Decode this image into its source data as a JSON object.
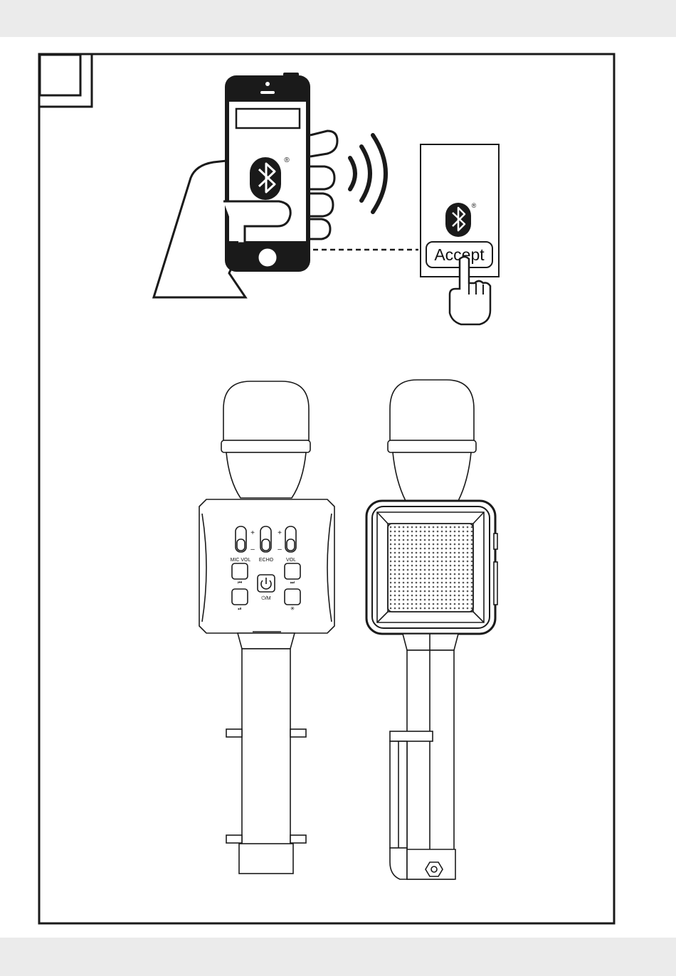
{
  "step_number": "",
  "dialog": {
    "button_label": "Accept",
    "registered_mark": "®"
  },
  "phone": {
    "registered_mark": "®"
  },
  "mic_front": {
    "slider_labels": [
      "MIC VOL",
      "ECHO",
      "VOL"
    ],
    "plus_sign": "+",
    "minus_sign": "–",
    "power_label": "⏻/M",
    "prev_label": "⏮",
    "next_label": "⏭",
    "play_label": "⏯",
    "light_label": "✳"
  },
  "colors": {
    "line": "#1a1a1a",
    "band": "#ebebeb",
    "background": "#ffffff"
  }
}
